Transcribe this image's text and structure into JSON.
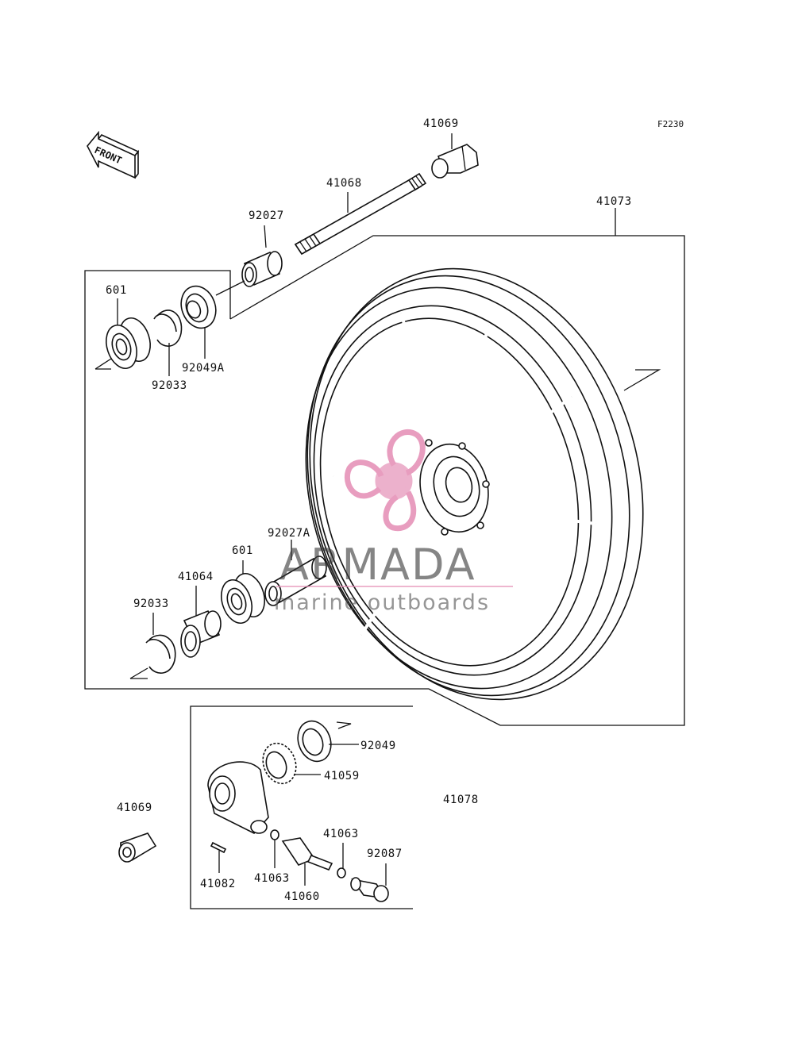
{
  "diagram": {
    "code": "F2230",
    "direction_label": "FRONT",
    "watermark": {
      "brand": "ARMADA",
      "tagline": "marine outboards",
      "logo_color": "#e48cb4"
    },
    "parts": {
      "p41069_top": "41069",
      "p41068": "41068",
      "p41073": "41073",
      "p92027": "92027",
      "p601_top": "601",
      "p92049A": "92049A",
      "p92033_top": "92033",
      "p92027A": "92027A",
      "p601_bottom": "601",
      "p41064": "41064",
      "p92033_bottom": "92033",
      "p92049": "92049",
      "p41059": "41059",
      "p41078": "41078",
      "p41069_bottom": "41069",
      "p41063_right": "41063",
      "p92087": "92087",
      "p41082": "41082",
      "p41063_left": "41063",
      "p41060": "41060"
    }
  }
}
